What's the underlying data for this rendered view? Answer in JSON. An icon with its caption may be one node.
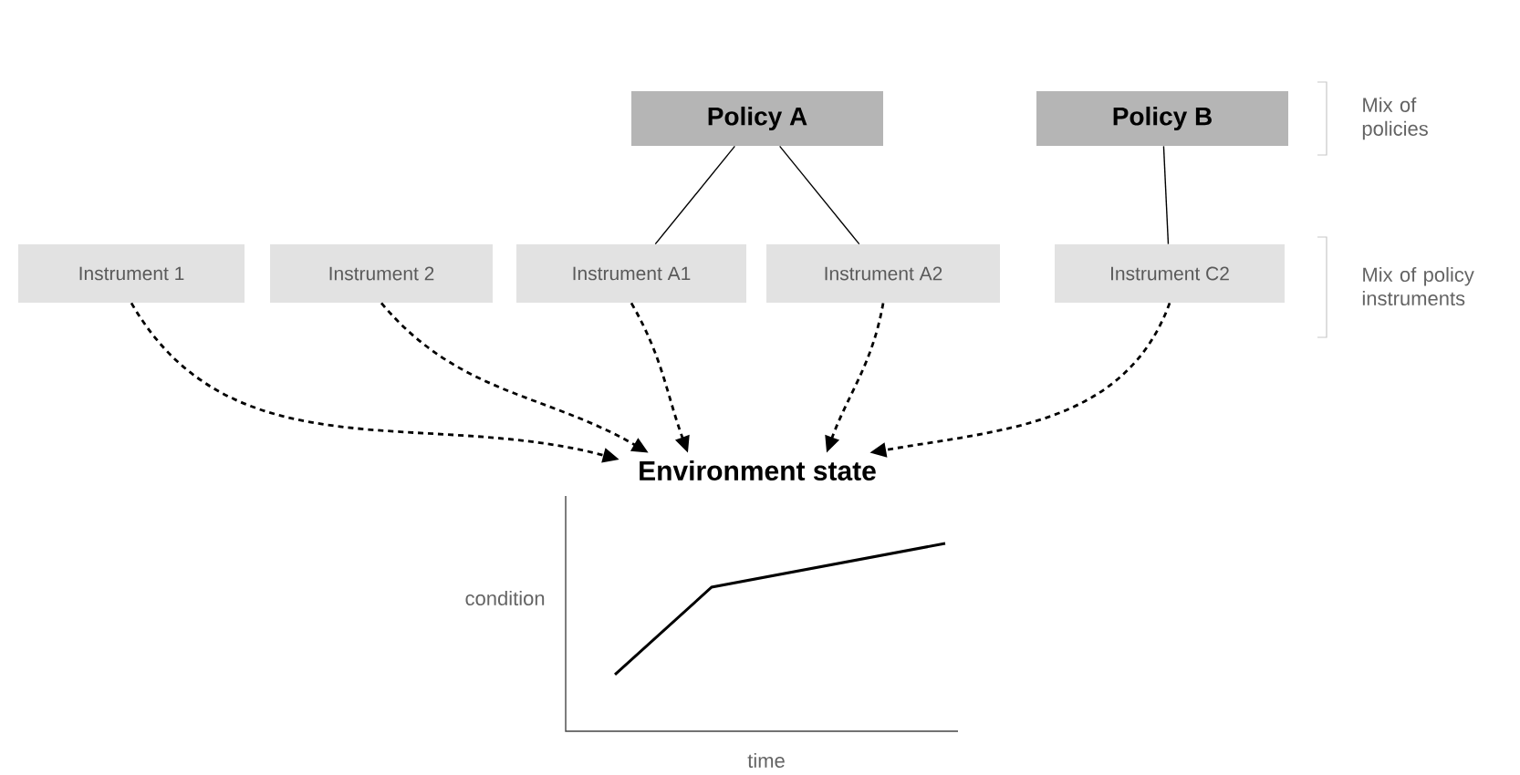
{
  "diagram": {
    "nodes": [
      {
        "text": [
          "Policy A"
        ]
      },
      {
        "text": [
          "Policy B"
        ]
      },
      {
        "text": [
          "Instrument 1"
        ]
      },
      {
        "text": [
          "Instrument 2"
        ]
      },
      {
        "text": [
          "Instrument A1"
        ]
      },
      {
        "text": [
          "Instrument A2"
        ]
      },
      {
        "text": [
          "Instrument C2"
        ]
      },
      {
        "text": [
          "Environment state"
        ]
      }
    ],
    "edges": [
      {
        "from": 0,
        "to": 4,
        "arrow": "none"
      },
      {
        "from": 0,
        "to": 5,
        "arrow": "none"
      },
      {
        "from": 1,
        "to": 6,
        "arrow": "none"
      },
      {
        "from": 2,
        "to": 7,
        "arrow": "to",
        "style": "dashed"
      },
      {
        "from": 3,
        "to": 7,
        "arrow": "to",
        "style": "dashed"
      },
      {
        "from": 4,
        "to": 7,
        "arrow": "to",
        "style": "dashed"
      },
      {
        "from": 5,
        "to": 7,
        "arrow": "to",
        "style": "dashed"
      },
      {
        "from": 6,
        "to": 7,
        "arrow": "to",
        "style": "dashed"
      }
    ],
    "labels": [
      "Mix of policies",
      "Mix of policy instruments",
      "condition",
      "time"
    ]
  }
}
